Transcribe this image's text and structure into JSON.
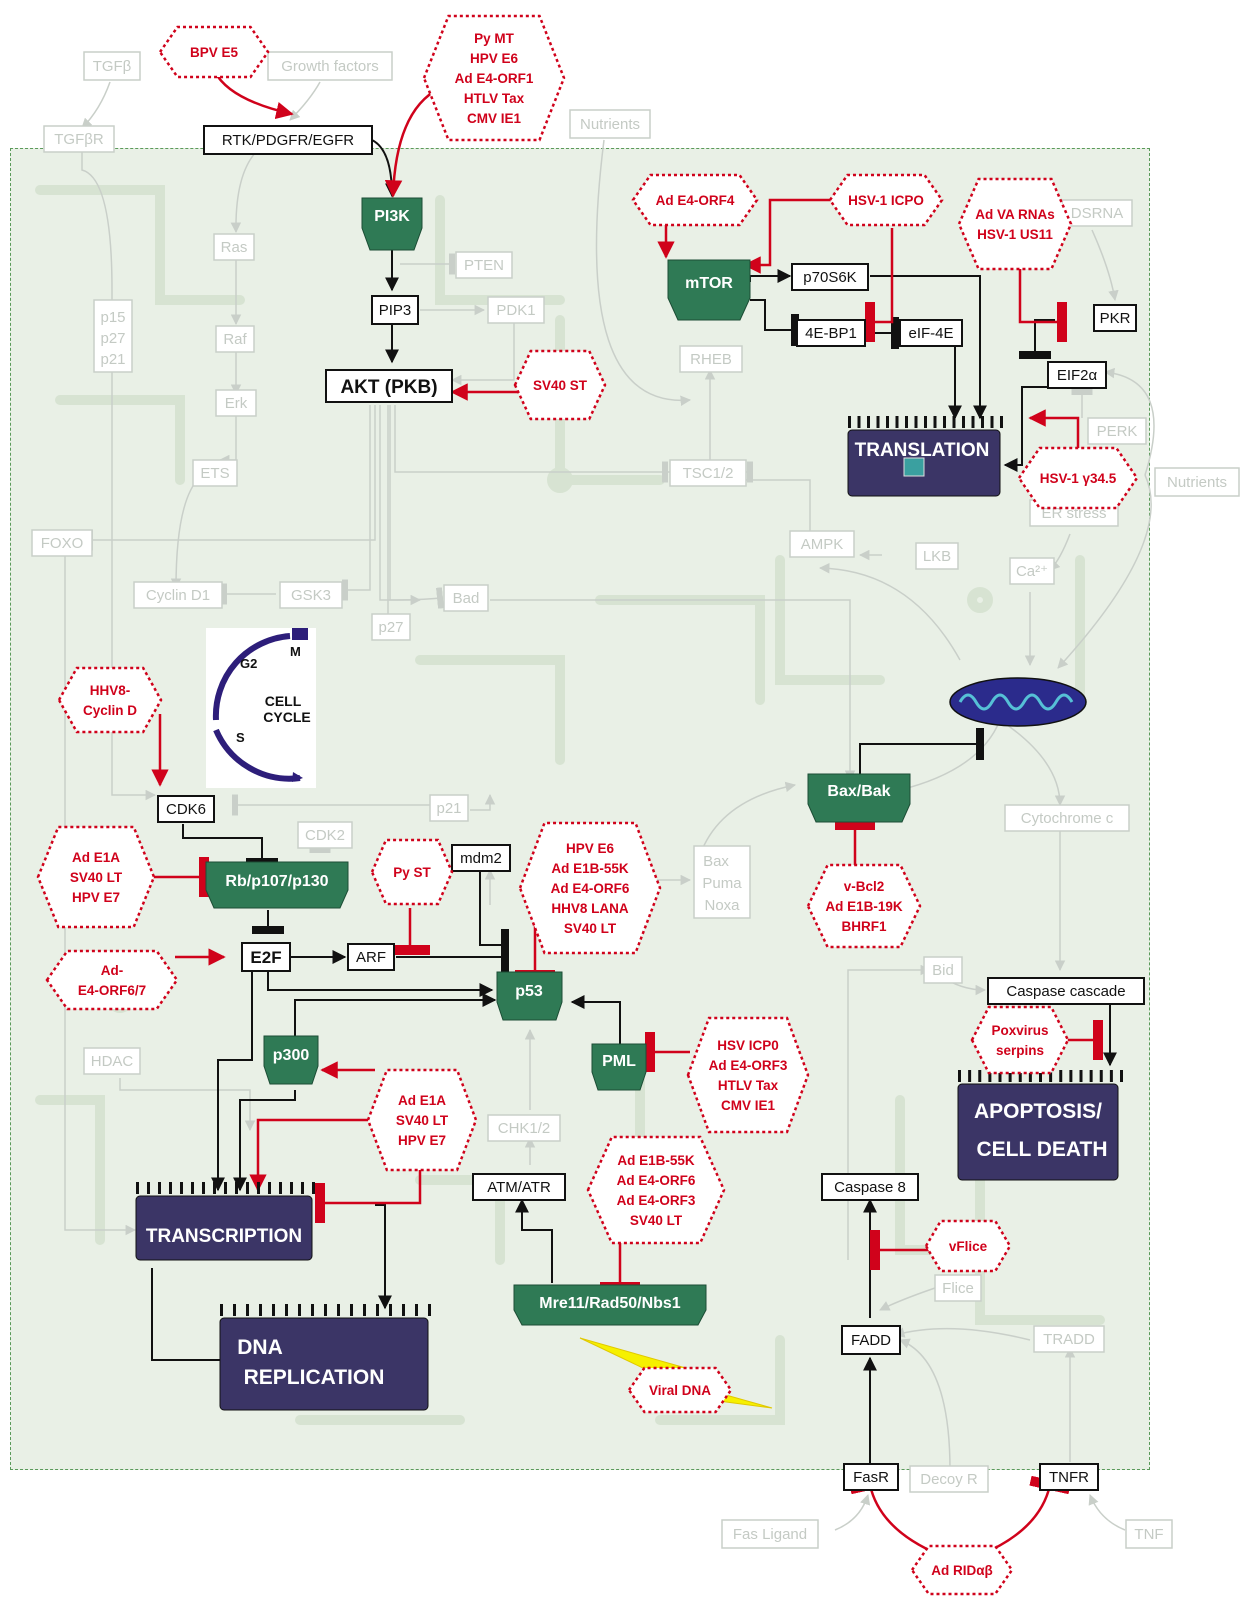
{
  "external": {
    "tgfb": "TGFβ",
    "growth_factors": "Growth factors",
    "nutrients_top": "Nutrients",
    "nutrients_right": "Nutrients",
    "fas_ligand": "Fas Ligand",
    "tnf": "TNF"
  },
  "faint_nodes": {
    "tgfbr": "TGFβR",
    "ras": "Ras",
    "raf": "Raf",
    "erk": "Erk",
    "ets": "ETS",
    "foxo": "FOXO",
    "p15": "p15",
    "p27a": "p27",
    "p21a": "p21",
    "pten": "PTEN",
    "pdk1": "PDK1",
    "rheb": "RHEB",
    "tsc": "TSC1/2",
    "ampk": "AMPK",
    "lkb": "LKB",
    "cyclin_d1": "Cyclin D1",
    "gsk3": "GSK3",
    "bad": "Bad",
    "p27b": "p27",
    "dsrna": "DSRNA",
    "perk": "PERK",
    "er_stress": "ER stress",
    "ca": "Ca²⁺",
    "cytochrome": "Cytochrome c",
    "p21b": "p21",
    "cdk2": "CDK2",
    "bax_puma": "Bax",
    "puma": "Puma",
    "noxa": "Noxa",
    "bid": "Bid",
    "hdac": "HDAC",
    "chk": "CHK1/2",
    "flice": "Flice",
    "tradd": "TRADD",
    "decoy": "Decoy R"
  },
  "black_nodes": {
    "rtk": "RTK/PDGFR/EGFR",
    "pip3": "PIP3",
    "akt": "AKT (PKB)",
    "p70": "p70S6K",
    "ebp": "4E-BP1",
    "eif4e": "eIF-4E",
    "pkr": "PKR",
    "eif2a": "EIF2α",
    "cdk6": "CDK6",
    "mdm2": "mdm2",
    "e2f": "E2F",
    "arf": "ARF",
    "caspase_cascade": "Caspase cascade",
    "atm": "ATM/ATR",
    "caspase8": "Caspase 8",
    "fadd": "FADD",
    "fasr": "FasR",
    "tnfr": "TNFR"
  },
  "green_nodes": {
    "pi3k": "PI3K",
    "mtor": "mTOR",
    "rb": "Rb/p107/p130",
    "bax_bak": "Bax/Bak",
    "p53": "p53",
    "p300": "p300",
    "pml": "PML",
    "mre": "Mre11/Rad50/Nbs1"
  },
  "viral": {
    "bpv": [
      "BPV E5"
    ],
    "py": [
      "Py MT",
      "HPV E6",
      "Ad E4-ORF1",
      "HTLV Tax",
      "CMV IE1"
    ],
    "ad_orf4": [
      "Ad E4-ORF4"
    ],
    "hsv_icpo": [
      "HSV-1 ICPO"
    ],
    "va": [
      "Ad VA RNAs",
      "HSV-1 US11"
    ],
    "sv40st": [
      "SV40 ST"
    ],
    "hsv_g": [
      "HSV-1 γ34.5"
    ],
    "hhv8cyc": [
      "HHV8-",
      "Cyclin D"
    ],
    "e1a_left": [
      "Ad E1A",
      "SV40 LT",
      "HPV E7"
    ],
    "pyst": [
      "Py ST"
    ],
    "p53_inh": [
      "HPV E6",
      "Ad E1B-55K",
      "Ad E4-ORF6",
      "HHV8 LANA",
      "SV40 LT"
    ],
    "bcl2": [
      "v-Bcl2",
      "Ad E1B-19K",
      "BHRF1"
    ],
    "orf67": [
      "Ad-",
      "E4-ORF6/7"
    ],
    "pml_inh": [
      "HSV ICP0",
      "Ad E4-ORF3",
      "HTLV Tax",
      "CMV IE1"
    ],
    "pox": [
      "Poxvirus",
      "serpins"
    ],
    "e1a_mid": [
      "Ad E1A",
      "SV40 LT",
      "HPV E7"
    ],
    "mre_inh": [
      "Ad E1B-55K",
      "Ad E4-ORF6",
      "Ad E4-ORF3",
      "SV40 LT"
    ],
    "vflice": [
      "vFlice"
    ],
    "viral_dna": [
      "Viral DNA"
    ],
    "rid": [
      "Ad RIDαβ"
    ]
  },
  "processes": {
    "translation": "TRANSLATION",
    "apoptosis_1": "APOPTOSIS/",
    "apoptosis_2": "CELL DEATH",
    "transcription": "TRANSCRIPTION",
    "dna_1": "DNA",
    "dna_2": "REPLICATION"
  },
  "cell_cycle": {
    "label_1": "CELL",
    "label_2": "CYCLE",
    "g2": "G2",
    "m": "M",
    "s": "S"
  },
  "colors": {
    "viral_red": "#d0021b",
    "node_green": "#2f7a55",
    "cell_bg": "#e9f0e6",
    "chip_purple": "#3b3566"
  }
}
